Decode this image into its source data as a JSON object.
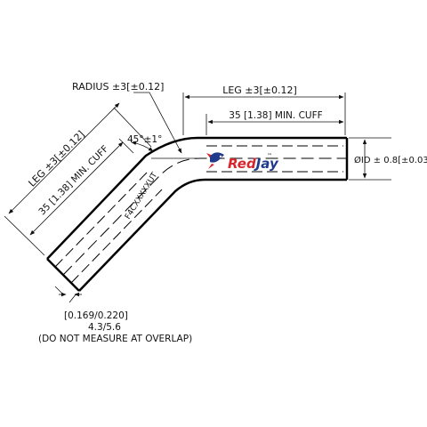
{
  "labels": {
    "radius": "RADIUS ±3[±0.12]",
    "leg_top": "LEG ±3[±0.12]",
    "cuff_top": "35 [1.38] MIN. CUFF",
    "angle": "45°±1°",
    "id": "ØID ± 0.8[±0.03]",
    "leg_left": "LEG ±3[±0.12]",
    "cuff_left": "35 [1.38] MIN. CUFF",
    "part_number": "F4CXXXXXUT",
    "wall_in": "[0.169/0.220]",
    "wall_mm": "4.3/5.6",
    "wall_note": "(DO NOT MEASURE AT OVERLAP)"
  },
  "logo": {
    "brand_red": "Red",
    "brand_blue": "Jay",
    "tm": "™",
    "red_color": "#d7262e",
    "blue_color": "#1f3a8a",
    "icon": "bird-logo-icon"
  }
}
